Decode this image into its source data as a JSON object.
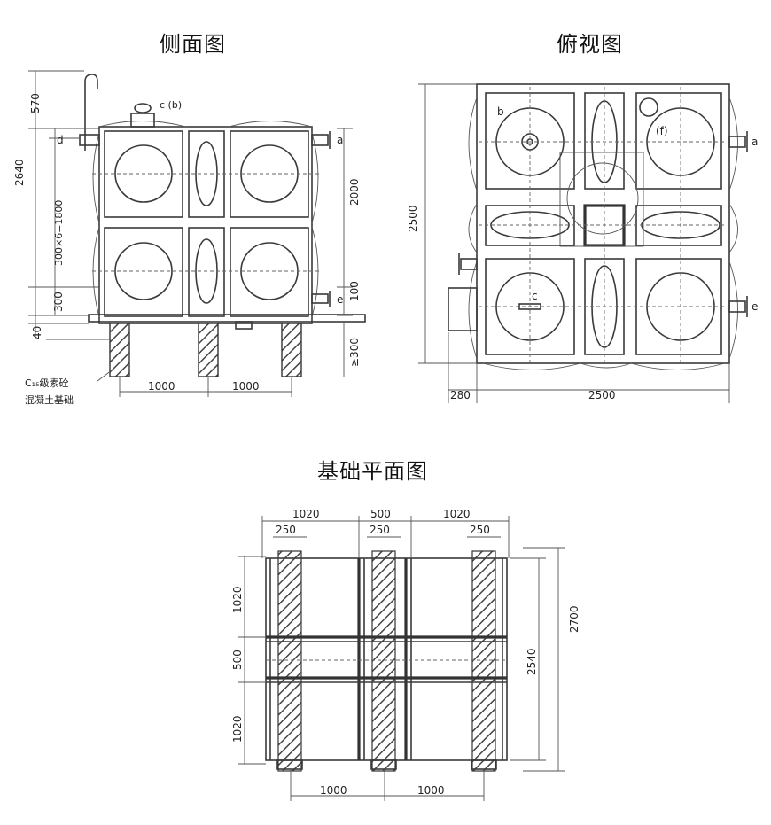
{
  "titles": {
    "side": "侧面图",
    "top": "俯视图",
    "base": "基础平面图"
  },
  "side": {
    "dim_570": "570",
    "dim_2640": "2640",
    "dim_1800": "300×6=1800",
    "dim_300": "300",
    "dim_40": "40",
    "dim_2000": "2000",
    "dim_100": "100",
    "dim_ge300": "≥300",
    "dim_1000_a": "1000",
    "dim_1000_b": "1000",
    "label_cb": "c (b)",
    "label_d": "d",
    "label_a": "a",
    "label_e": "e",
    "concrete_1": "C₁₅级素砼",
    "concrete_2": "混凝土基础"
  },
  "top": {
    "dim_2500_v": "2500",
    "dim_2500_h": "2500",
    "dim_280": "280",
    "label_b": "b",
    "label_f": "(f)",
    "label_a": "a",
    "label_c": "c",
    "label_e": "e"
  },
  "base": {
    "dim_1020_a": "1020",
    "dim_500_top": "500",
    "dim_1020_b": "1020",
    "dim_250_a": "250",
    "dim_250_b": "250",
    "dim_250_c": "250",
    "dim_1020_v1": "1020",
    "dim_500_v": "500",
    "dim_1020_v2": "1020",
    "dim_2540": "2540",
    "dim_2700": "2700",
    "dim_1000_a": "1000",
    "dim_1000_b": "1000"
  }
}
